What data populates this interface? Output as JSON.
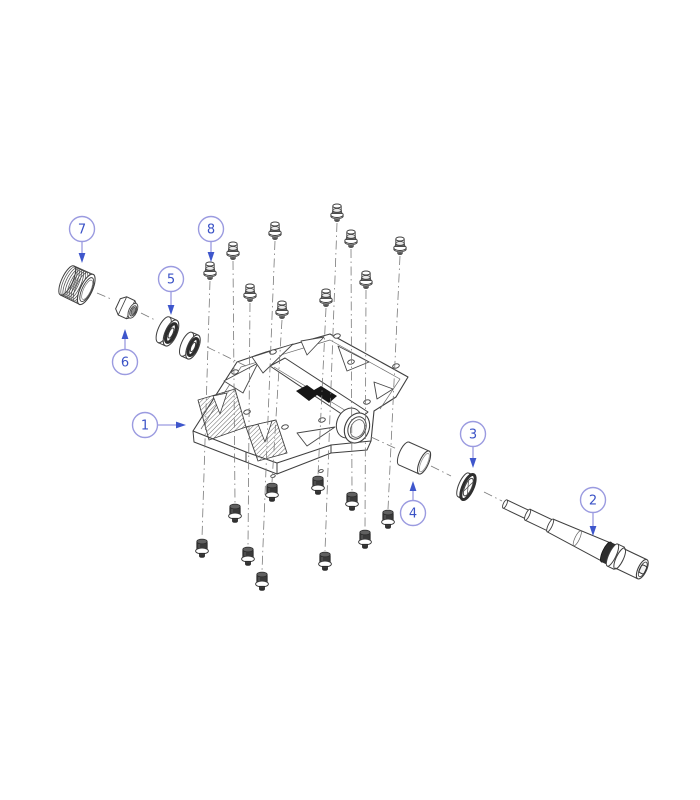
{
  "diagram": {
    "background_color": "#ffffff",
    "style": "exploded-view technical line drawing of a flat bicycle pedal assembly",
    "callouts": [
      {
        "number": "1",
        "part_icon": "pedal-body-drawing"
      },
      {
        "number": "2",
        "part_icon": "spindle-axle-drawing"
      },
      {
        "number": "3",
        "part_icon": "seal-washer-drawing"
      },
      {
        "number": "4",
        "part_icon": "bushing-drawing"
      },
      {
        "number": "5",
        "part_icon": "bearing-pair-drawing"
      },
      {
        "number": "6",
        "part_icon": "lock-nut-drawing"
      },
      {
        "number": "7",
        "part_icon": "threaded-end-cap-drawing"
      },
      {
        "number": "8",
        "part_icon": "traction-pin-drawing"
      }
    ],
    "colors": {
      "callout_circle": "#9b9be0",
      "callout_number": "#3a52c6",
      "callout_arrow": "#3e56cc",
      "line_art": "#3f3f3f",
      "guide_line": "#7a7a7a",
      "dark_fill": "#2e2e2e",
      "logo_fill": "#161616"
    },
    "pin_count_top": 10,
    "pin_count_bottom": 10
  }
}
